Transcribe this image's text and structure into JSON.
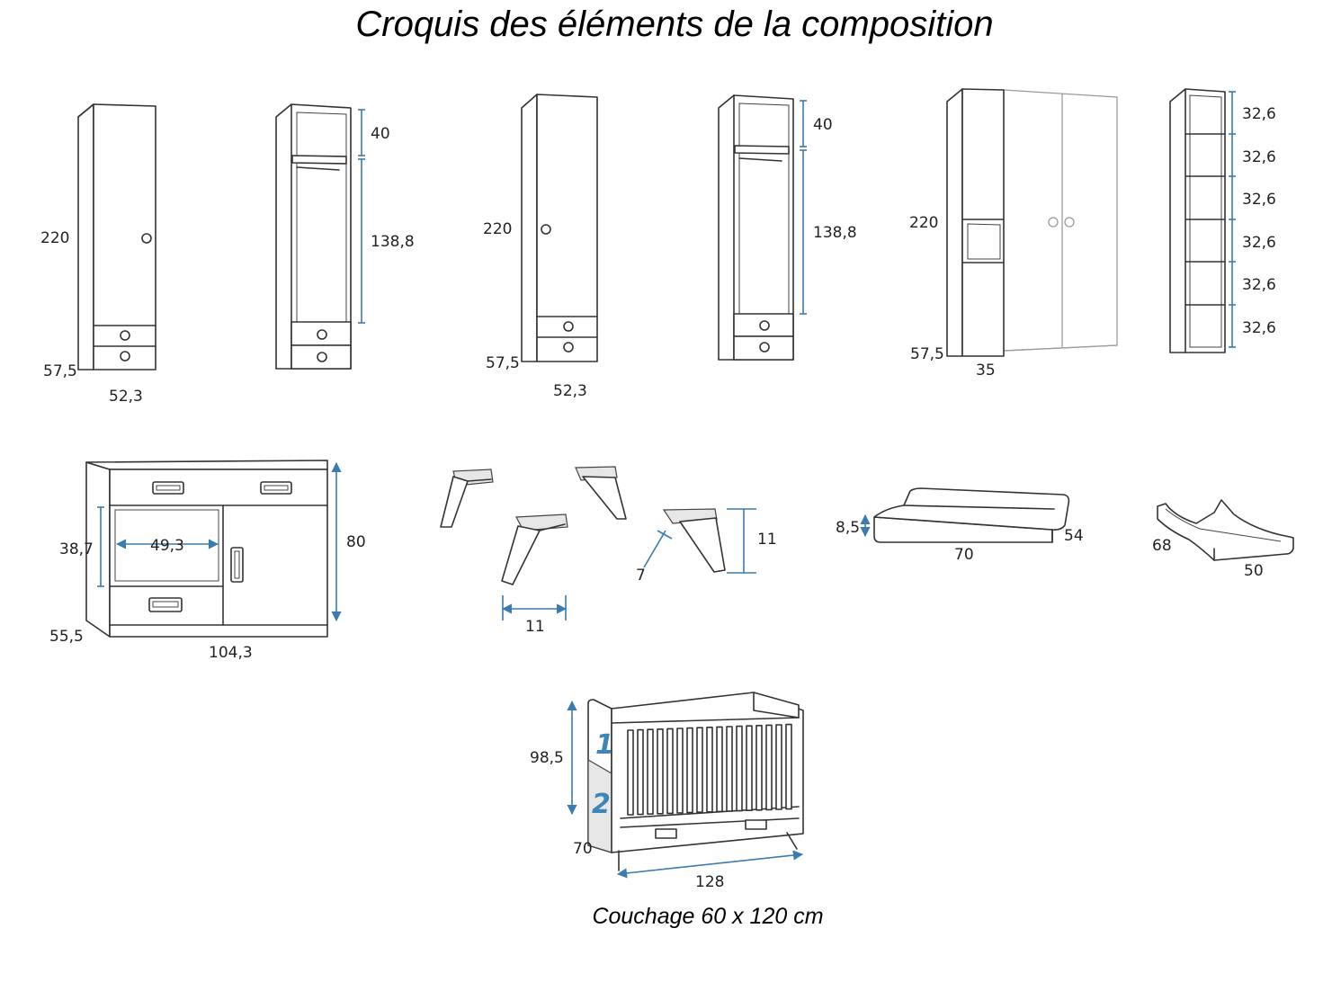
{
  "title": "Croquis des éléments de la composition",
  "wardrobe_1": {
    "height": "220",
    "depth": "57,5",
    "width": "52,3"
  },
  "wardrobe_1_interior": {
    "top": "40",
    "hanging": "138,8"
  },
  "wardrobe_2": {
    "height": "220",
    "depth": "57,5",
    "width": "52,3"
  },
  "wardrobe_2_interior": {
    "top": "40",
    "hanging": "138,8"
  },
  "corner_unit": {
    "height": "220",
    "depth": "57,5",
    "width": "35"
  },
  "shelf_column": {
    "compartments": [
      "32,6",
      "32,6",
      "32,6",
      "32,6",
      "32,6",
      "32,6"
    ]
  },
  "dresser": {
    "niche_height": "38,7",
    "niche_width": "49,3",
    "height": "80",
    "depth": "55,5",
    "width": "104,3"
  },
  "feet": {
    "width": "11",
    "height": "11",
    "angle": "7"
  },
  "changing_top_1": {
    "height": "8,5",
    "depth": "54",
    "width": "70"
  },
  "changing_top_2": {
    "depth": "68",
    "width": "50"
  },
  "crib": {
    "height": "98,5",
    "depth": "70",
    "width": "128",
    "badge_1": "1",
    "badge_2": "2"
  },
  "caption": "Couchage 60 x 120 cm"
}
